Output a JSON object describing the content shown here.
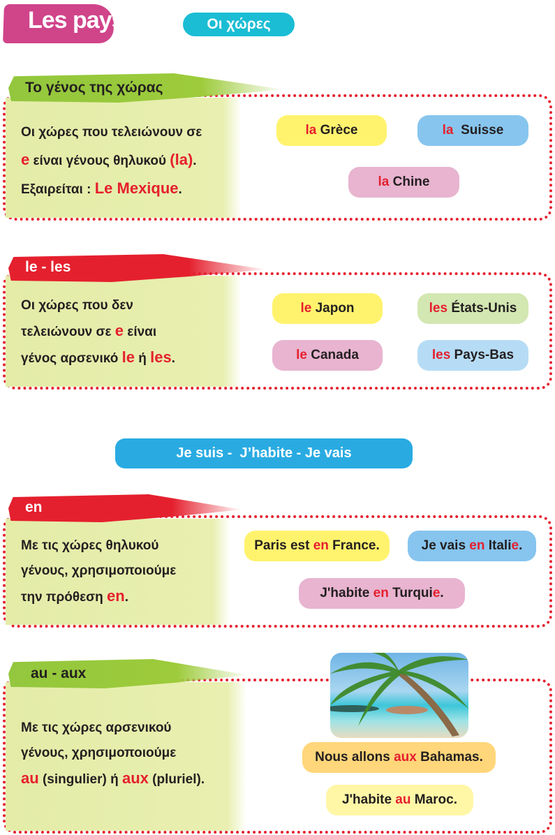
{
  "header": {
    "title": "Les pays",
    "subtitle": "Οι χώρες"
  },
  "section1": {
    "tag": "Το γένος της χώρας",
    "lines": [
      [
        {
          "text": "Οι χώρες που τελειώνουν σε"
        }
      ],
      [
        {
          "text": "e",
          "hl": true
        },
        {
          "text": " είναι γένους θηλυκού "
        },
        {
          "text": "(la)",
          "hl": true
        },
        {
          "text": "."
        }
      ],
      [
        {
          "text": "Εξαιρείται : "
        },
        {
          "text": "Le Mexique",
          "hl": true
        },
        {
          "text": "."
        }
      ]
    ],
    "pills": [
      {
        "article": "la",
        "name": " Grèce",
        "color": "#fff36e"
      },
      {
        "article": "la",
        "name": "  Suisse",
        "color": "#87c5ee"
      },
      {
        "article": "la",
        "name": " Chine",
        "color": "#e8b4d0"
      }
    ]
  },
  "section2": {
    "tag": "le - les",
    "lines": [
      [
        {
          "text": "Οι χώρες που δεν"
        }
      ],
      [
        {
          "text": "τελειώνουν σε "
        },
        {
          "text": "e",
          "hl": true
        },
        {
          "text": " είναι"
        }
      ],
      [
        {
          "text": "γένος αρσενικό "
        },
        {
          "text": "le",
          "hl": true
        },
        {
          "text": " ή "
        },
        {
          "text": "les",
          "hl": true
        },
        {
          "text": "."
        }
      ]
    ],
    "pills": [
      {
        "article": "le",
        "name": " Japon",
        "color": "#fff36e"
      },
      {
        "article": "les",
        "name": " États-Unis",
        "color": "#d3e7b2"
      },
      {
        "article": "le",
        "name": " Canada",
        "color": "#e8b4d0"
      },
      {
        "article": "les",
        "name": " Pays-Bas",
        "color": "#b6dcf5"
      }
    ]
  },
  "banner": "Je suis -  J’habite - Je vais",
  "section3": {
    "tag": "en",
    "lines": [
      [
        {
          "text": "Με τις χώρες θηλυκού"
        }
      ],
      [
        {
          "text": "γένους, χρησιμοποιούμε"
        }
      ],
      [
        {
          "text": "την πρόθεση "
        },
        {
          "text": "en",
          "hl": true
        },
        {
          "text": "."
        }
      ]
    ],
    "pills": [
      {
        "parts": [
          {
            "text": "Paris est "
          },
          {
            "text": "en",
            "hl": true
          },
          {
            "text": " France."
          }
        ],
        "color": "#fff36e"
      },
      {
        "parts": [
          {
            "text": "Je vais "
          },
          {
            "text": "en",
            "hl": true
          },
          {
            "text": " Itali"
          },
          {
            "text": "e",
            "hl": true
          },
          {
            "text": "."
          }
        ],
        "color": "#87c5ee"
      },
      {
        "parts": [
          {
            "text": "J'habite "
          },
          {
            "text": "en",
            "hl": true
          },
          {
            "text": " Turqui"
          },
          {
            "text": "e",
            "hl": true
          },
          {
            "text": "."
          }
        ],
        "color": "#e8b4d0"
      }
    ]
  },
  "section4": {
    "tag": "au - aux",
    "lines": [
      [
        {
          "text": "Με τις χώρες αρσενικού"
        }
      ],
      [
        {
          "text": "γένους, χρησιμοποιούμε"
        }
      ],
      [
        {
          "text": "au",
          "hl": true
        },
        {
          "text": " (singulier) ή "
        },
        {
          "text": "aux",
          "hl": true
        },
        {
          "text": " (pluriel)."
        }
      ]
    ],
    "pills": [
      {
        "parts": [
          {
            "text": "Nous allons "
          },
          {
            "text": "aux",
            "hl": true
          },
          {
            "text": " Bahamas."
          }
        ],
        "color": "#ffd67a"
      },
      {
        "parts": [
          {
            "text": "J'habite "
          },
          {
            "text": "au",
            "hl": true
          },
          {
            "text": " Maroc."
          }
        ],
        "color": "#fff7a6"
      }
    ]
  }
}
